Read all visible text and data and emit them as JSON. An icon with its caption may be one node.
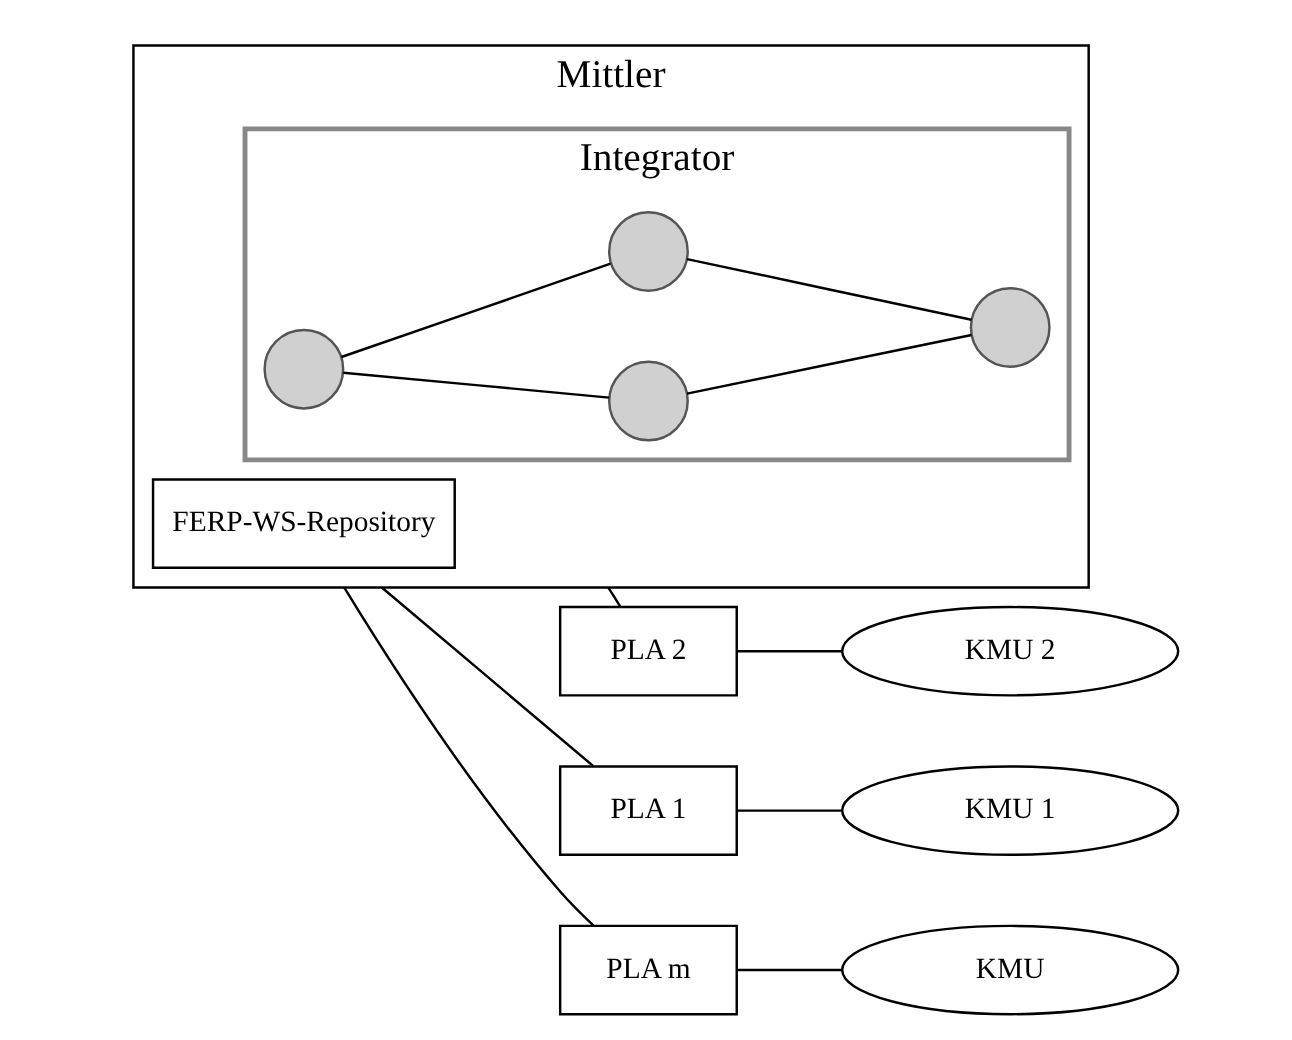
{
  "diagram": {
    "nodes": [
      {
        "text": [
          "Mittler"
        ]
      },
      {
        "text": [
          "FERP-WS-Repository"
        ],
        "in": 0
      },
      {
        "text": [
          "Integrator"
        ],
        "in": 0
      },
      {
        "text": [],
        "shape": "circle",
        "in": 2
      },
      {
        "text": [],
        "shape": "circle",
        "in": 2
      },
      {
        "text": [],
        "shape": "circle",
        "in": 2
      },
      {
        "text": [],
        "shape": "circle",
        "in": 2
      },
      {
        "text": [
          "PLA 1"
        ]
      },
      {
        "text": [
          "KMU 1"
        ]
      },
      {
        "text": [
          "PLA 2"
        ]
      },
      {
        "text": [
          "KMU 2"
        ]
      },
      {
        "text": [
          "PLA m"
        ]
      },
      {
        "text": [
          "KMU"
        ]
      }
    ],
    "edges": [
      {
        "from": 0,
        "to": 7,
        "arrow": "none"
      },
      {
        "from": 7,
        "to": 8,
        "arrow": "none"
      },
      {
        "from": 0,
        "to": 9,
        "arrow": "none"
      },
      {
        "from": 9,
        "to": 10,
        "arrow": "none"
      },
      {
        "from": 0,
        "to": 11,
        "arrow": "none"
      },
      {
        "from": 11,
        "to": 12,
        "arrow": "none"
      },
      {
        "from": 3,
        "to": 4,
        "arrow": "none"
      },
      {
        "from": 3,
        "to": 5,
        "arrow": "none"
      },
      {
        "from": 4,
        "to": 6,
        "arrow": "none"
      },
      {
        "from": 5,
        "to": 6,
        "arrow": "none"
      }
    ]
  }
}
